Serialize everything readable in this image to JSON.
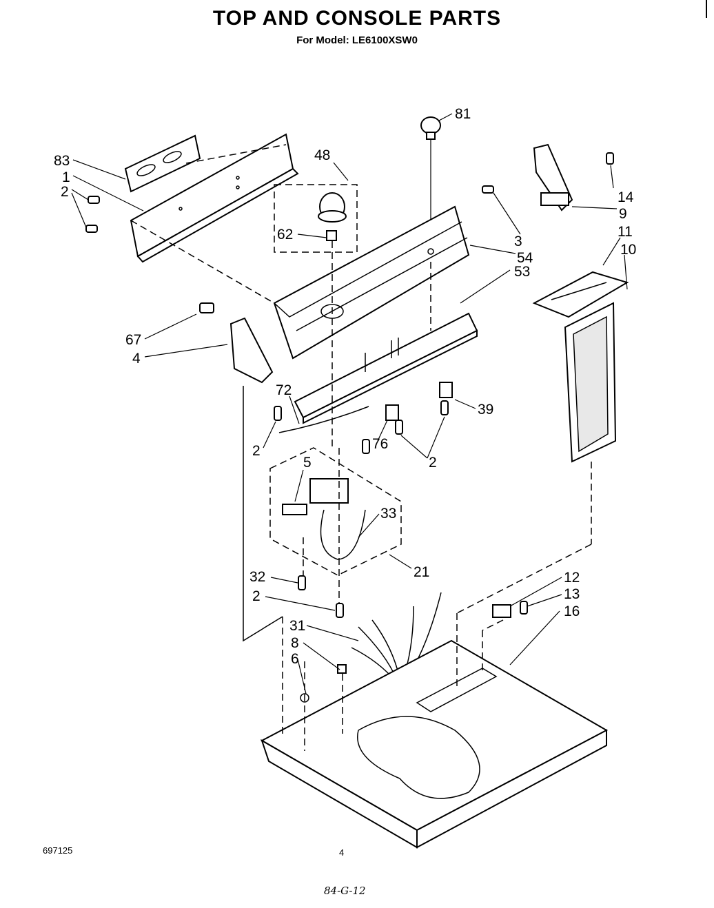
{
  "title": "TOP AND CONSOLE PARTS",
  "subtitle": "For Model: LE6100XSW0",
  "doc_number": "697125",
  "page_number": "4",
  "handwritten_date": "84-G-12",
  "callouts": {
    "c81": "81",
    "c83": "83",
    "c1": "1",
    "c2a": "2",
    "c48": "48",
    "c62": "62",
    "c14": "14",
    "c9": "9",
    "c11": "11",
    "c10": "10",
    "c3": "3",
    "c54": "54",
    "c53": "53",
    "c67": "67",
    "c4": "4",
    "c72": "72",
    "c39": "39",
    "c2b": "2",
    "c76": "76",
    "c2c": "2",
    "c5": "5",
    "c33": "33",
    "c32": "32",
    "c21": "21",
    "c2d": "2",
    "c12": "12",
    "c13": "13",
    "c16": "16",
    "c31": "31",
    "c8": "8",
    "c6": "6"
  }
}
